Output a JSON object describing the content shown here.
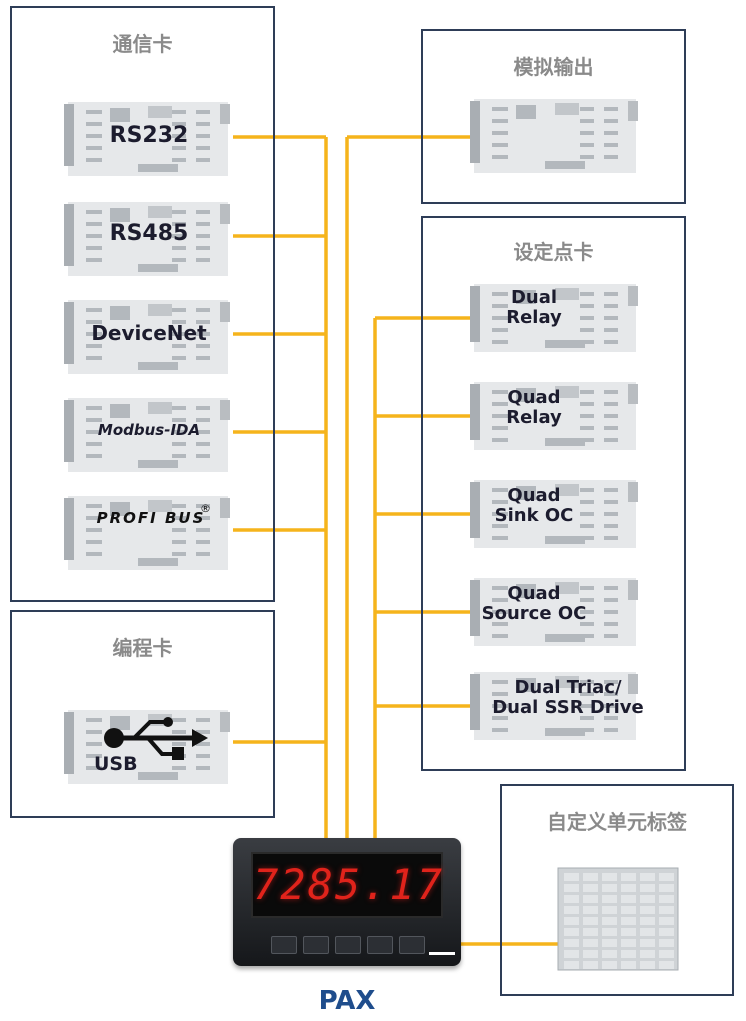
{
  "groups": {
    "comm": {
      "title": "通信卡"
    },
    "analog": {
      "title": "模拟输出"
    },
    "setpoint": {
      "title": "设定点卡"
    },
    "programming": {
      "title": "编程卡"
    },
    "custom_label": {
      "title": "自定义单元标签"
    }
  },
  "comm_cards": [
    "RS232",
    "RS485",
    "DeviceNet",
    "Modbus-IDA",
    "PROFI BUS"
  ],
  "setpoint_cards": [
    {
      "line1": "Dual",
      "line2": "Relay"
    },
    {
      "line1": "Quad",
      "line2": "Relay"
    },
    {
      "line1": "Quad",
      "line2": "Sink OC"
    },
    {
      "line1": "Quad",
      "line2": "Source OC"
    },
    {
      "line1": "Dual Triac/",
      "line2": "Dual SSR Drive"
    }
  ],
  "programming_card": {
    "label": "USB"
  },
  "device": {
    "display_value": "7285.17",
    "name": "PAX"
  },
  "colors": {
    "frame": "#2e3d57",
    "wire": "#f5b41c",
    "title": "#8a8a8a",
    "brand": "#1f4d8c",
    "display": "#e0231b"
  }
}
